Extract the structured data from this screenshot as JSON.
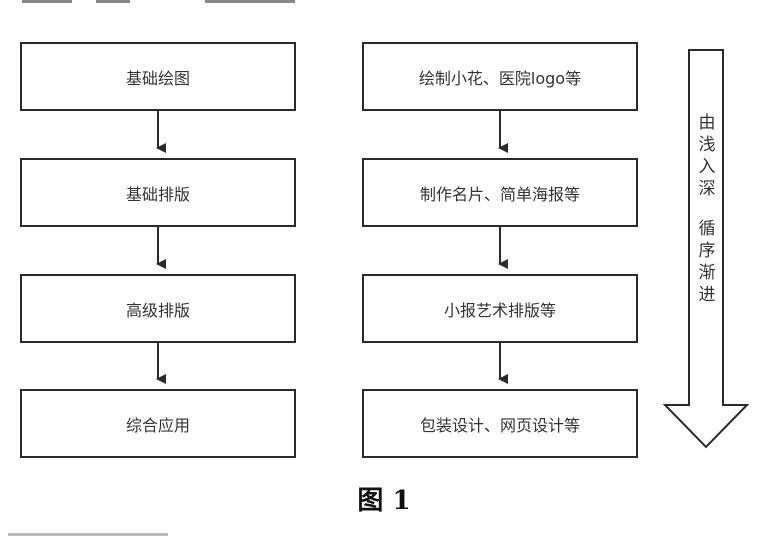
{
  "diagram": {
    "left_column": [
      "基础绘图",
      "基础排版",
      "高级排版",
      "综合应用"
    ],
    "right_column": [
      "绘制小花、医院logo等",
      "制作名片、简单海报等",
      "小报艺术排版等",
      "包装设计、网页设计等"
    ],
    "side_arrow_text_1": [
      "由",
      "浅",
      "入",
      "深"
    ],
    "side_arrow_text_2": [
      "循",
      "序",
      "渐",
      "进"
    ],
    "caption": "图 1"
  }
}
